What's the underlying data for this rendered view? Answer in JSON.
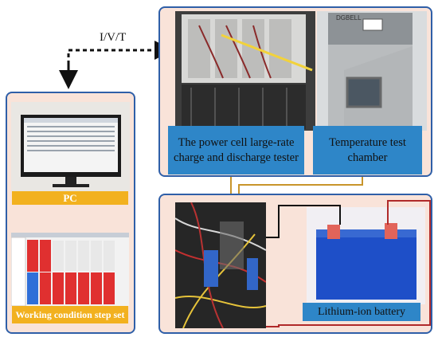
{
  "flow_label": "I/V/T",
  "labels": {
    "tester": "The power cell large-rate charge and discharge tester",
    "chamber": "Temperature test chamber",
    "pc": "PC",
    "step_set": "Working condition step set",
    "battery": "Lithium-ion battery"
  },
  "chamber_brand": "DGBELL",
  "colors": {
    "panel_border": "#2f5fa8",
    "panel_fill": "#f9e3d9",
    "label_blue": "#2e86c8",
    "label_yellow": "#f2b11f",
    "connector_gold": "#c8952b",
    "wire_black": "#111111",
    "wire_red": "#b02a2a"
  },
  "icons": [
    "dashed-arrow-icon"
  ]
}
